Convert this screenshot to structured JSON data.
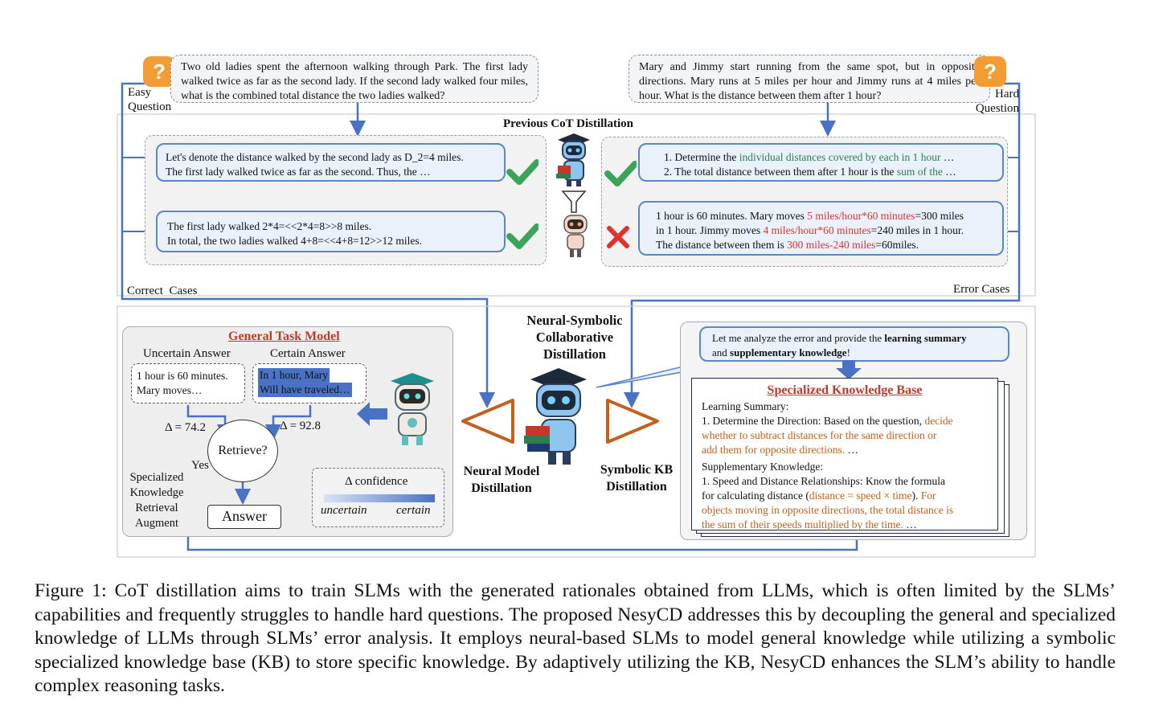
{
  "easy": {
    "label_line1": "Easy",
    "label_line2": "Question",
    "question": "Two old ladies spent the afternoon walking through Park. The first lady walked twice as far as the second lady. If the second lady walked four miles, what is the combined total distance the two ladies walked?"
  },
  "hard": {
    "label_line1": "Hard",
    "label_line2": "Question",
    "question": "Mary and Jimmy start running from the same spot, but in opposite directions. Mary runs at 5 miles per hour and Jimmy runs at 4 miles per hour. What is the distance between them after 1 hour?"
  },
  "previous": {
    "title": "Previous CoT Distillation",
    "correct_label": "Correct  Cases",
    "error_label": "Error Cases",
    "left_top_line1": "Let's denote the distance walked by the second lady as D_2=4 miles.",
    "left_top_line2": "The first lady walked twice as far as the second. Thus, the …",
    "left_bottom_line1": "The first lady walked 2*4=<<2*4=8>>8 miles.",
    "left_bottom_line2": "In total, the two ladies walked 4+8=<<4+8=12>>12 miles.",
    "right_top_1a": "1. Determine the ",
    "right_top_1b": "individual distances covered by each in 1 hour",
    "right_top_1c": " …",
    "right_top_2a": "2. The total distance between them after 1 hour is the ",
    "right_top_2b": "sum of the",
    "right_top_2c": " …",
    "right_bot_1a": "1 hour is 60 minutes. Mary moves ",
    "right_bot_1b": "5 miles/hour*60 minutes",
    "right_bot_1c": "=300 miles",
    "right_bot_2a": "in 1 hour. Jimmy moves ",
    "right_bot_2b": "4 miles/hour*60 minutes",
    "right_bot_2c": "=240 miles in 1 hour.",
    "right_bot_3a": "The distance between them is ",
    "right_bot_3b": "300 miles-240 miles",
    "right_bot_3c": "=60miles."
  },
  "general": {
    "title": "General Task Model",
    "uncertain_title": "Uncertain Answer",
    "certain_title": "Certain Answer",
    "uncertain_line1": "1 hour is 60 minutes.",
    "uncertain_line2": "Mary moves…",
    "certain_line1": "In 1 hour, Mary",
    "certain_line2": "Will have traveled…",
    "delta_left": "Δ = 74.2",
    "delta_right": "Δ = 92.8",
    "retrieve": "Retrieve?",
    "yes": "Yes",
    "answer": "Answer",
    "side_line1": "Specialized",
    "side_line2": "Knowledge",
    "side_line3": "Retrieval",
    "side_line4": "Augment",
    "legend_title": "Δ confidence",
    "legend_low": "uncertain",
    "legend_high": "certain"
  },
  "center": {
    "title_line1": "Neural-Symbolic",
    "title_line2": "Collaborative",
    "title_line3": "Distillation",
    "neural_line1": "Neural Model",
    "neural_line2": "Distillation",
    "symbolic_line1": "Symbolic KB",
    "symbolic_line2": "Distillation"
  },
  "kb": {
    "prompt_a": "Let me analyze the error and provide the ",
    "prompt_b": "learning summary",
    "prompt_c": "and ",
    "prompt_d": "supplementary knowledge",
    "prompt_e": "!",
    "title": "Specialized Knowledge Base",
    "ls_header": "Learning Summary:",
    "ls_1a": "1. Determine the Direction: Based on the question, ",
    "ls_1b": "decide",
    "ls_2": "whether to subtract distances for the same direction or",
    "ls_3a": "add them for opposite directions.",
    "ls_3b": " …",
    "sk_header": "Supplementary Knowledge:",
    "sk_1": "1. Speed and Distance Relationships: Know the formula",
    "sk_2a": "for calculating distance (",
    "sk_2b": "distance = speed × time",
    "sk_2c": "). ",
    "sk_2d": "For",
    "sk_3": "objects moving in opposite directions, the total distance is",
    "sk_4a": "the sum of their speeds multiplied by the time.",
    "sk_4b": " …"
  },
  "caption": "Figure 1: CoT distillation aims to train SLMs with the generated rationales obtained from LLMs, which is often limited by the SLMs’ capabilities and frequently struggles to handle hard questions. The proposed NesyCD addresses this by decoupling the general and specialized knowledge of LLMs through SLMs’ error analysis. It employs neural-based SLMs to model general knowledge while utilizing a symbolic specialized knowledge base (KB) to store specific knowledge. By adaptively utilizing the KB, NesyCD enhances the SLM’s ability to handle complex reasoning tasks.",
  "colors": {
    "accent_blue": "#4a72c4",
    "correct_green": "#3aa55a",
    "error_red": "#e03131",
    "title_red": "#c0392b",
    "kb_orange": "#c0611f"
  }
}
